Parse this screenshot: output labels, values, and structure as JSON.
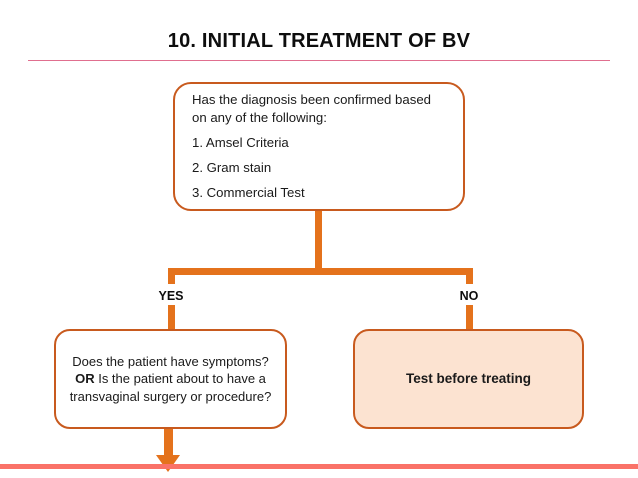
{
  "slide": {
    "title": "10. INITIAL TREATMENT OF BV",
    "accent_orange": "#e4721c",
    "box_border_color": "#c85a1e",
    "box_fill_highlight": "#fce3d1",
    "title_rule_color": "#e06f8f",
    "bottom_bar_color": "#fa7268"
  },
  "flow": {
    "diagnosis_box": {
      "question_line_1": "Has the diagnosis been confirmed based",
      "question_line_2": "on any of the following:",
      "items": [
        "1. Amsel Criteria",
        "2. Gram stain",
        "3. Commercial Test"
      ]
    },
    "branches": {
      "yes_label": "YES",
      "no_label": "NO"
    },
    "symptoms_box": {
      "text_part_1": "Does the patient have symptoms? ",
      "emphasis": "OR",
      "text_part_2": " Is the patient about to have a transvaginal surgery or procedure?"
    },
    "test_box": {
      "text": "Test before treating"
    }
  }
}
